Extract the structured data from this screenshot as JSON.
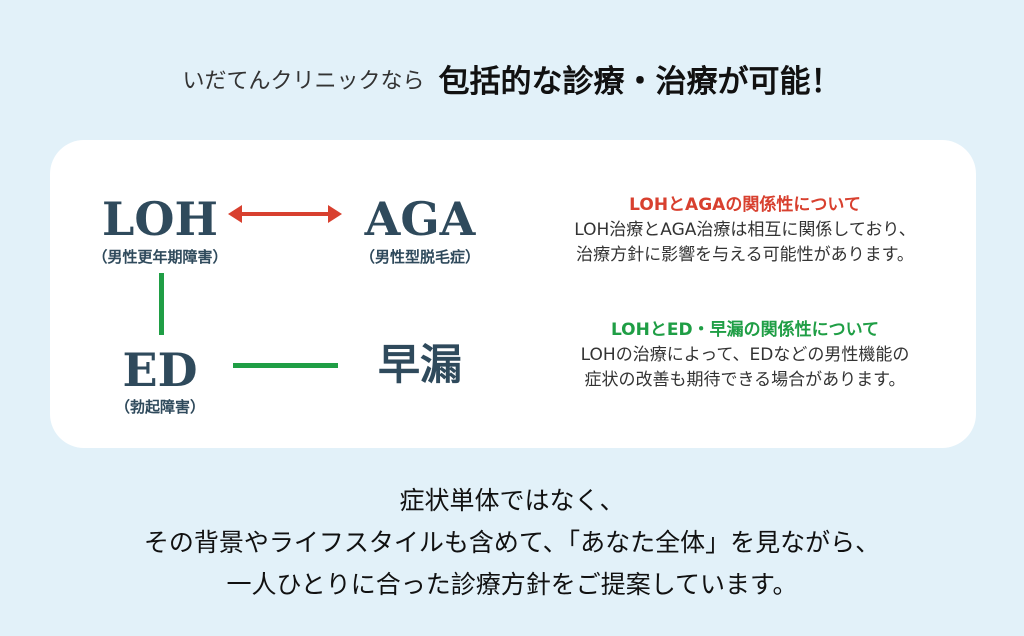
{
  "header": {
    "prefix": "いだてんクリニックなら",
    "title": "包括的な診療・治療が可能！"
  },
  "diagram": {
    "loh": {
      "abbr": "LOH",
      "sub": "（男性更年期障害）"
    },
    "aga": {
      "abbr": "AGA",
      "sub": "（男性型脱毛症）"
    },
    "ed": {
      "abbr": "ED",
      "sub": "（勃起障害）"
    },
    "pe": {
      "abbr": "早漏"
    }
  },
  "sections": [
    {
      "title": "LOHとAGAの関係性について",
      "lines": [
        "LOH治療とAGA治療は相互に関係しており、",
        "治療方針に影響を与える可能性があります。"
      ]
    },
    {
      "title": "LOHとED・早漏の関係性について",
      "lines": [
        "LOHの治療によって、EDなどの男性機能の",
        "症状の改善も期待できる場合があります。"
      ]
    }
  ],
  "footer": [
    "症状単体ではなく、",
    "その背景やライフスタイルも含めて、「あなた全体」を見ながら、",
    "一人ひとりに合った診療方針をご提案しています。"
  ],
  "colors": {
    "red": "#d8402f",
    "green": "#1f9e45",
    "navy": "#2f4a5c",
    "bg": "#e2f1f9"
  }
}
